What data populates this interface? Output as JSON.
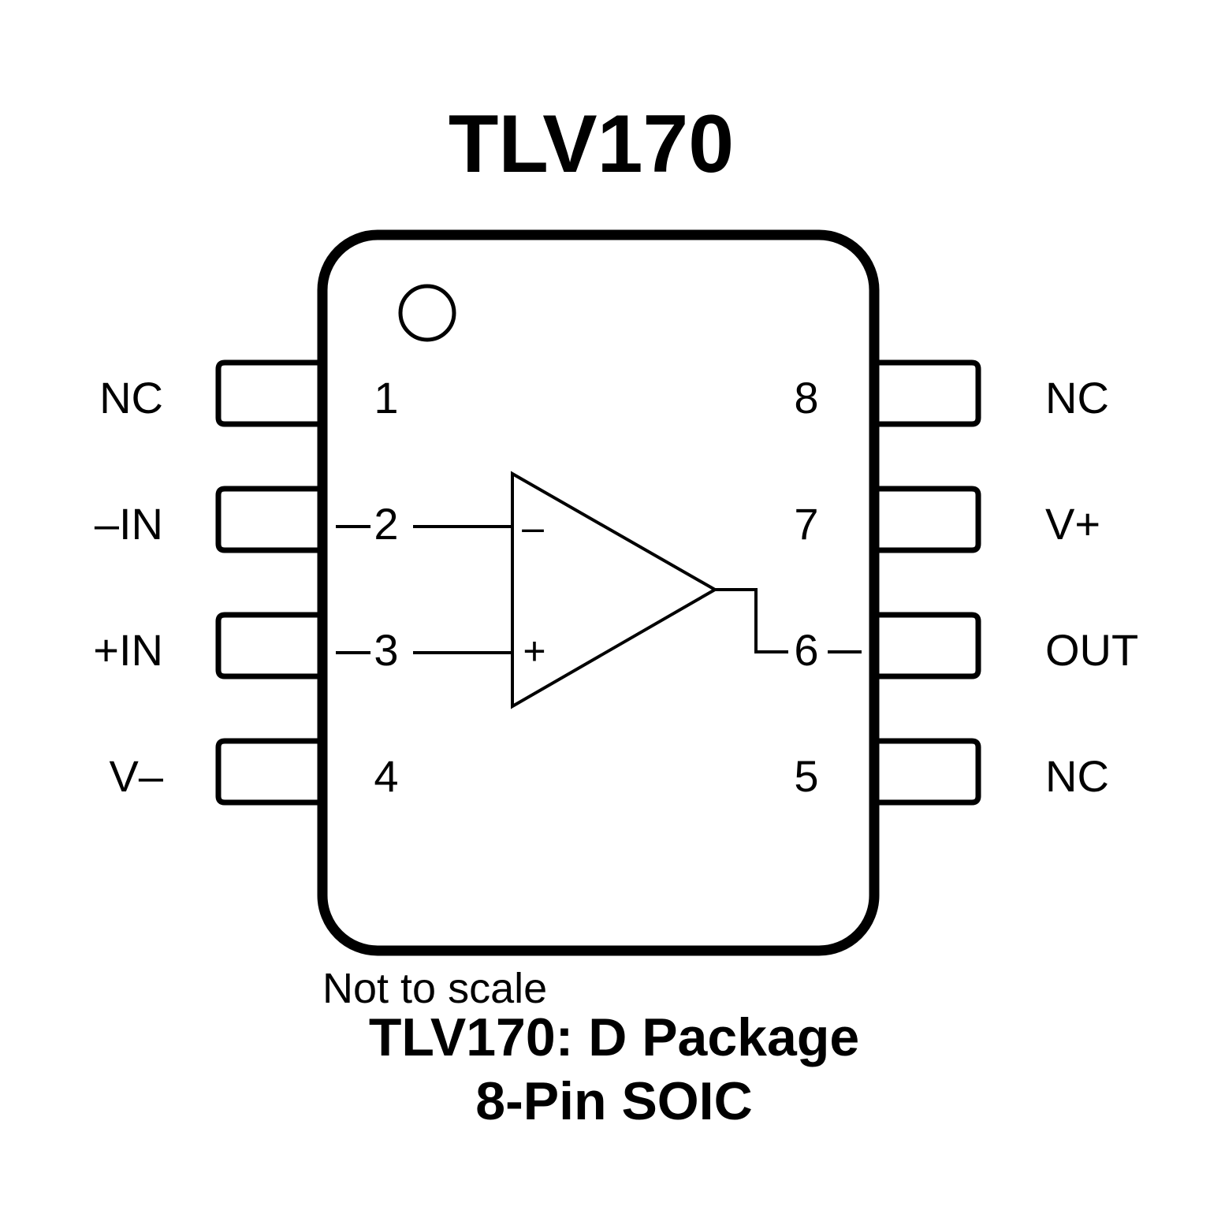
{
  "title": "TLV170",
  "package": {
    "pins_left": [
      {
        "number": "1",
        "label": "NC"
      },
      {
        "number": "2",
        "label": "–IN"
      },
      {
        "number": "3",
        "label": "+IN"
      },
      {
        "number": "4",
        "label": "V–"
      }
    ],
    "pins_right": [
      {
        "number": "8",
        "label": "NC"
      },
      {
        "number": "7",
        "label": "V+"
      },
      {
        "number": "6",
        "label": "OUT"
      },
      {
        "number": "5",
        "label": "NC"
      }
    ]
  },
  "opamp": {
    "inverting_symbol": "–",
    "noninverting_symbol": "+"
  },
  "note": "Not to scale",
  "caption": {
    "line1": "TLV170: D Package",
    "line2": "8-Pin SOIC"
  },
  "colors": {
    "stroke": "#000000",
    "background": "#ffffff"
  }
}
